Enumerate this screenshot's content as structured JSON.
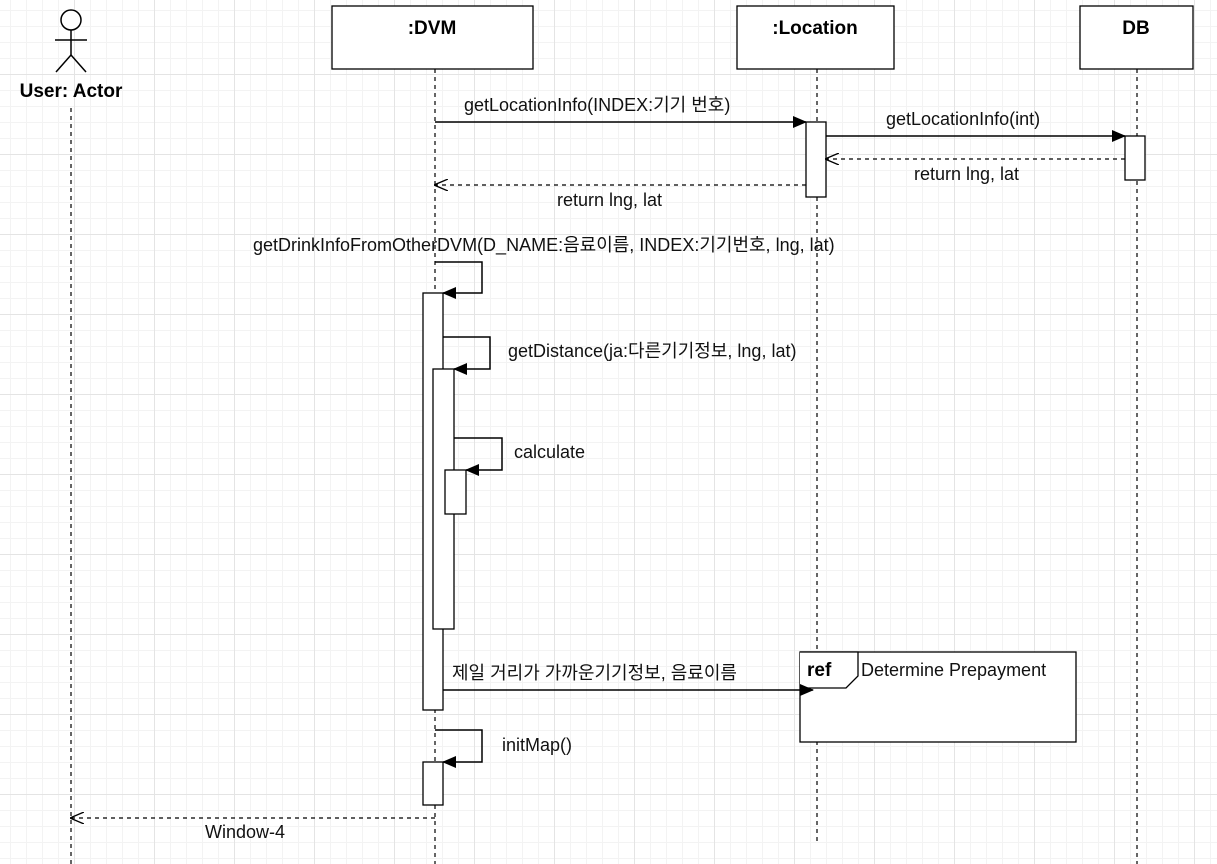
{
  "participants": {
    "actor": "User: Actor",
    "dvm": ":DVM",
    "location": ":Location",
    "db": "DB"
  },
  "messages": {
    "m1": "getLocationInfo(INDEX:기기 번호)",
    "m2": "getLocationInfo(int)",
    "m3": "return lng, lat",
    "m4": "return lng, lat",
    "m5": "getDrinkInfoFromOtherDVM(D_NAME:음료이름, INDEX:기기번호, lng, lat)",
    "m6": "getDistance(ja:다른기기정보, lng, lat)",
    "m7": "calculate",
    "m8": "제일 거리가 가까운기기정보, 음료이름",
    "m9": "initMap()",
    "m10": "Window-4"
  },
  "ref_fragment": {
    "tag": "ref",
    "title": "Determine Prepayment"
  }
}
